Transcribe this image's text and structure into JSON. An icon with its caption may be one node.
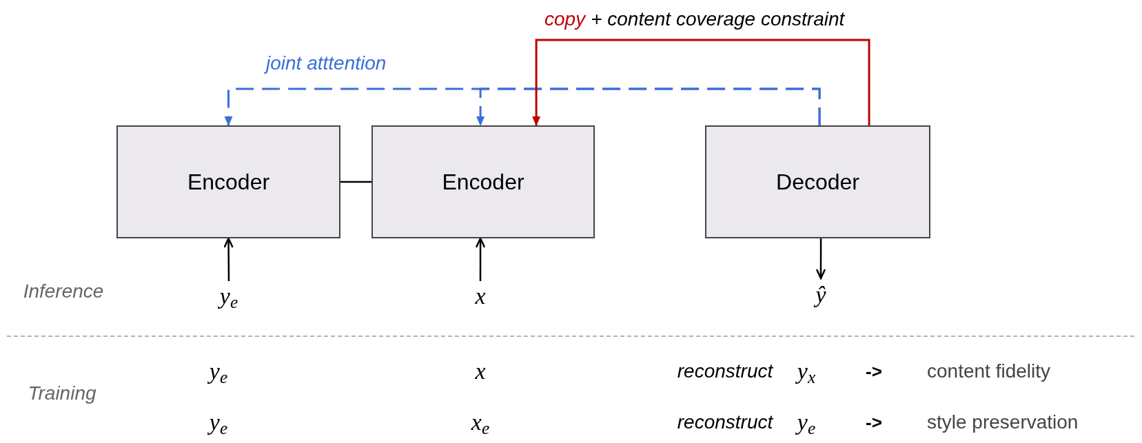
{
  "diagram": {
    "nodes": [
      {
        "text": [
          "Encoder"
        ]
      },
      {
        "text": [
          "Encoder"
        ]
      },
      {
        "text": [
          "Decoder"
        ]
      },
      {
        "text": [
          "y$_{e}$"
        ]
      },
      {
        "text": [
          "x"
        ]
      },
      {
        "text": [
          "ŷ"
        ]
      }
    ],
    "edges": [
      {
        "from": 3,
        "to": 0,
        "arrow": "to"
      },
      {
        "from": 4,
        "to": 1,
        "arrow": "to"
      },
      {
        "from": 2,
        "to": 5,
        "arrow": "to"
      },
      {
        "from": 0,
        "to": 1,
        "arrow": "none"
      },
      {
        "from": 2,
        "to": 0,
        "arrow": "to",
        "style": "dashed",
        "color": "#3a6fd8",
        "label": "joint atttention"
      },
      {
        "from": 2,
        "to": 1,
        "arrow": "to",
        "style": "dashed",
        "color": "#3a6fd8"
      },
      {
        "from": 2,
        "to": 1,
        "arrow": "to",
        "color": "#c00000",
        "label": "copy"
      }
    ],
    "labels": [
      "+ content coverage constraint",
      "Inference",
      "Training",
      "y$_{e}$",
      "x",
      "reconstruct",
      "y$_{x}$",
      "->",
      "content fidelity",
      "y$_{e}$",
      "x$_{e}$",
      "reconstruct",
      "y$_{e}$",
      "->",
      "style preservation"
    ]
  }
}
